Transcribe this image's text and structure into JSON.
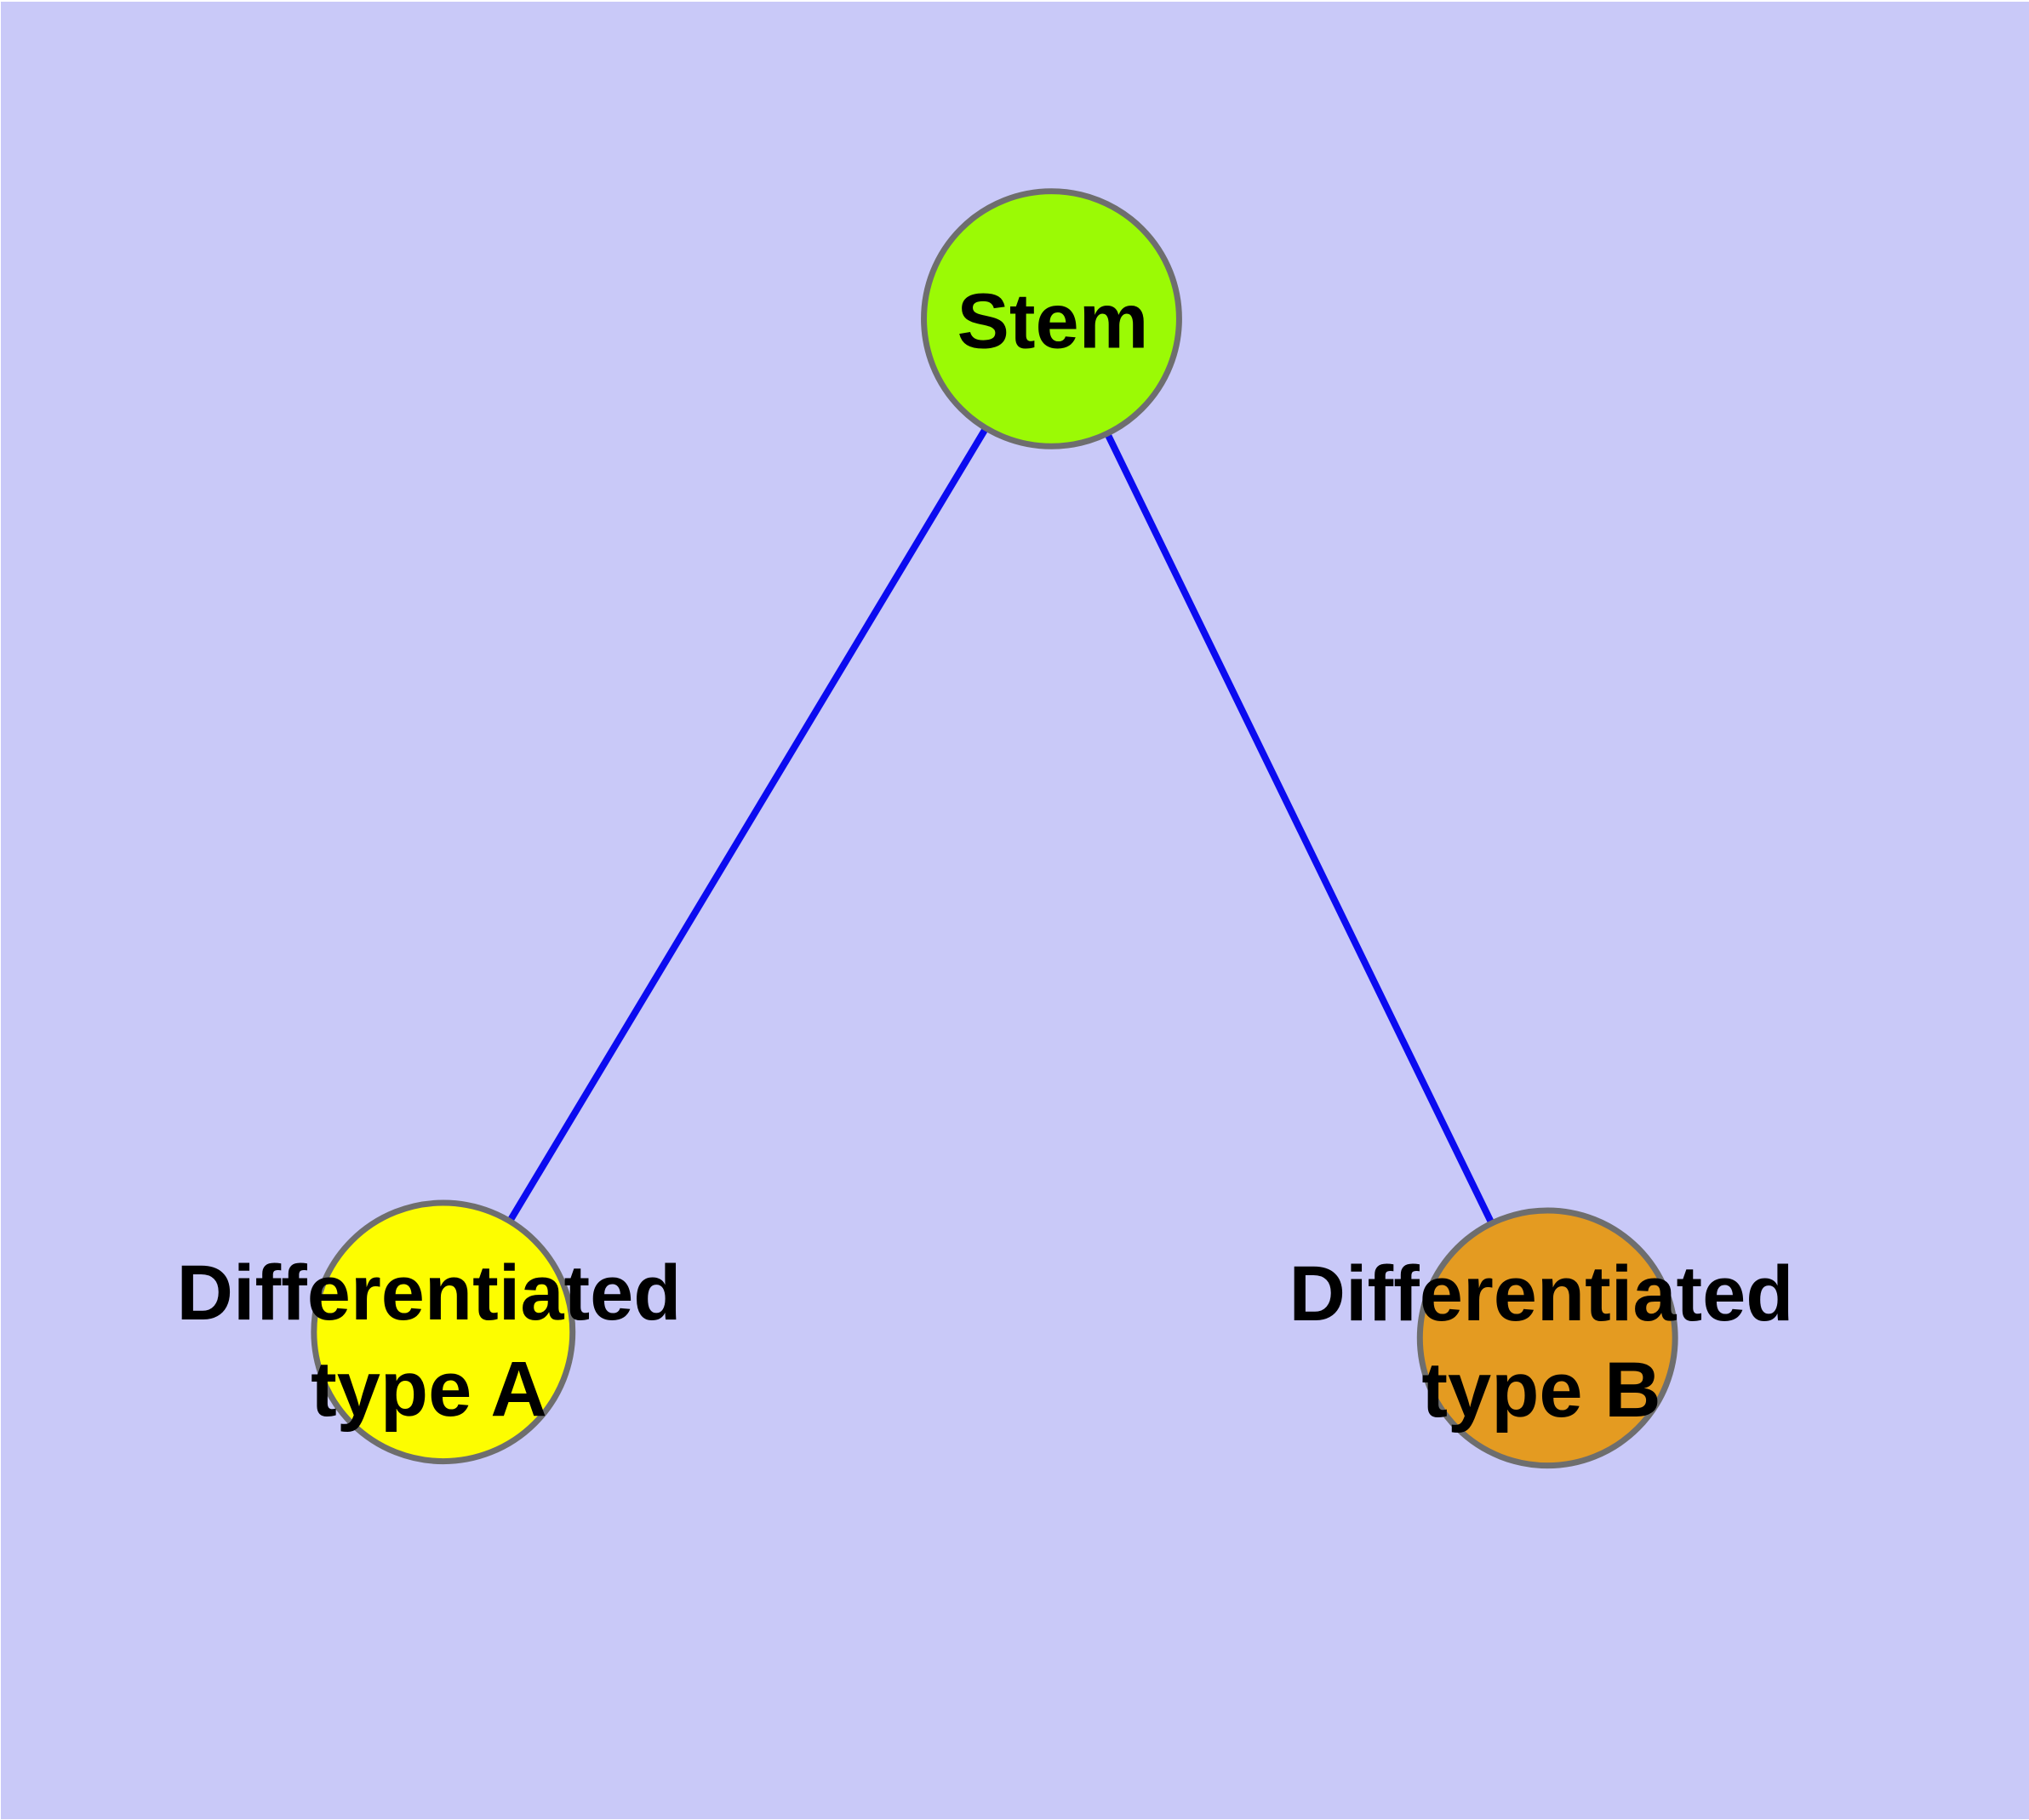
{
  "diagram": {
    "title": "",
    "background_color": "#c9c9f8",
    "frame_color": "#ffffff",
    "edge_color": "#0b0bf0",
    "node_border_color": "#6e6e6e",
    "text_color": "#000000",
    "nodes": {
      "stem": {
        "label": "Stem",
        "fill": "#9bfa05"
      },
      "type_a": {
        "label_line1": "Differentiated",
        "label_line2": "type A",
        "fill": "#fdfd00"
      },
      "type_b": {
        "label_line1": "Differentiated",
        "label_line2": "type B",
        "fill": "#e49b21"
      }
    },
    "edges": [
      {
        "from": "Stem",
        "to": "Differentiated type A"
      },
      {
        "from": "Stem",
        "to": "Differentiated type B"
      }
    ]
  }
}
